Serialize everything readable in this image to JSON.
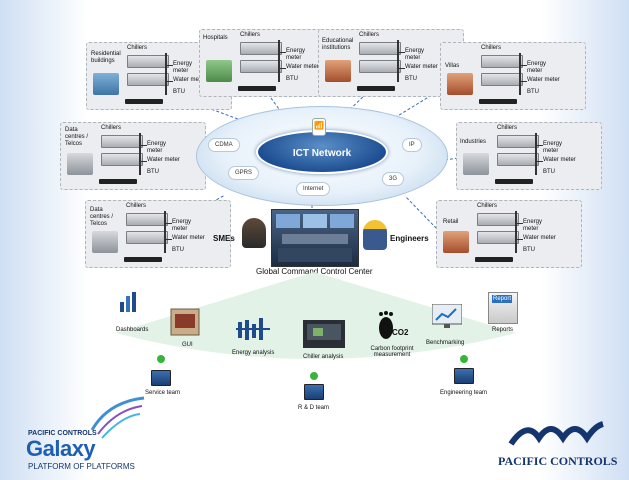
{
  "network": {
    "center": "ICT Network",
    "links": [
      "CDMA",
      "IP",
      "GPRS",
      "3G",
      "Internet"
    ]
  },
  "panels": {
    "residential": {
      "name": "Residential buildings",
      "chillers": "Chillers",
      "energy": "Energy meter",
      "water": "Water meter",
      "btu": "BTU"
    },
    "hospitals": {
      "name": "Hospitals",
      "chillers": "Chillers",
      "energy": "Energy meter",
      "water": "Water meter",
      "btu": "BTU"
    },
    "educational": {
      "name": "Educational institutions",
      "chillers": "Chillers",
      "energy": "Energy meter",
      "water": "Water meter",
      "btu": "BTU"
    },
    "villas": {
      "name": "Villas",
      "chillers": "Chillers",
      "energy": "Energy meter",
      "water": "Water meter",
      "btu": "BTU"
    },
    "datacentres1": {
      "name": "Data centres / Telcos",
      "chillers": "Chillers",
      "energy": "Energy meter",
      "water": "Water meter",
      "btu": "BTU"
    },
    "industries": {
      "name": "Industries",
      "chillers": "Chillers",
      "energy": "Energy meter",
      "water": "Water meter",
      "btu": "BTU"
    },
    "datacentres2": {
      "name": "Data centres / Telcos",
      "chillers": "Chillers",
      "energy": "Energy meter",
      "water": "Water meter",
      "btu": "BTU"
    },
    "retail": {
      "name": "Retail",
      "chillers": "Chillers",
      "energy": "Energy meter",
      "water": "Water meter",
      "btu": "BTU"
    }
  },
  "command": {
    "smes": "SMEs",
    "engineers": "Engineers",
    "title": "Global Command Control Center"
  },
  "functions": {
    "dashboards": "Dashboards",
    "gui": "GUI",
    "energy": "Energy analysis",
    "chiller": "Chiller analysis",
    "carbon": "Carbon footprint measurement",
    "benchmarking": "Benchmarking",
    "reports": "Reports",
    "report_badge": "Report",
    "co2": "CO2"
  },
  "teams": {
    "service": "Service team",
    "rd": "R & D team",
    "engineering": "Engineering team"
  },
  "branding": {
    "galaxy_top": "PACIFIC CONTROLS",
    "galaxy": "Galaxy",
    "galaxy_sub": "PLATFORM OF PLATFORMS",
    "company": "PACIFIC CONTROLS"
  },
  "colors": {
    "ict_blue": "#1e4f93",
    "team_dot": "#37b43a",
    "arc_green": "#c6e6d2",
    "brand_navy": "#15356e"
  }
}
